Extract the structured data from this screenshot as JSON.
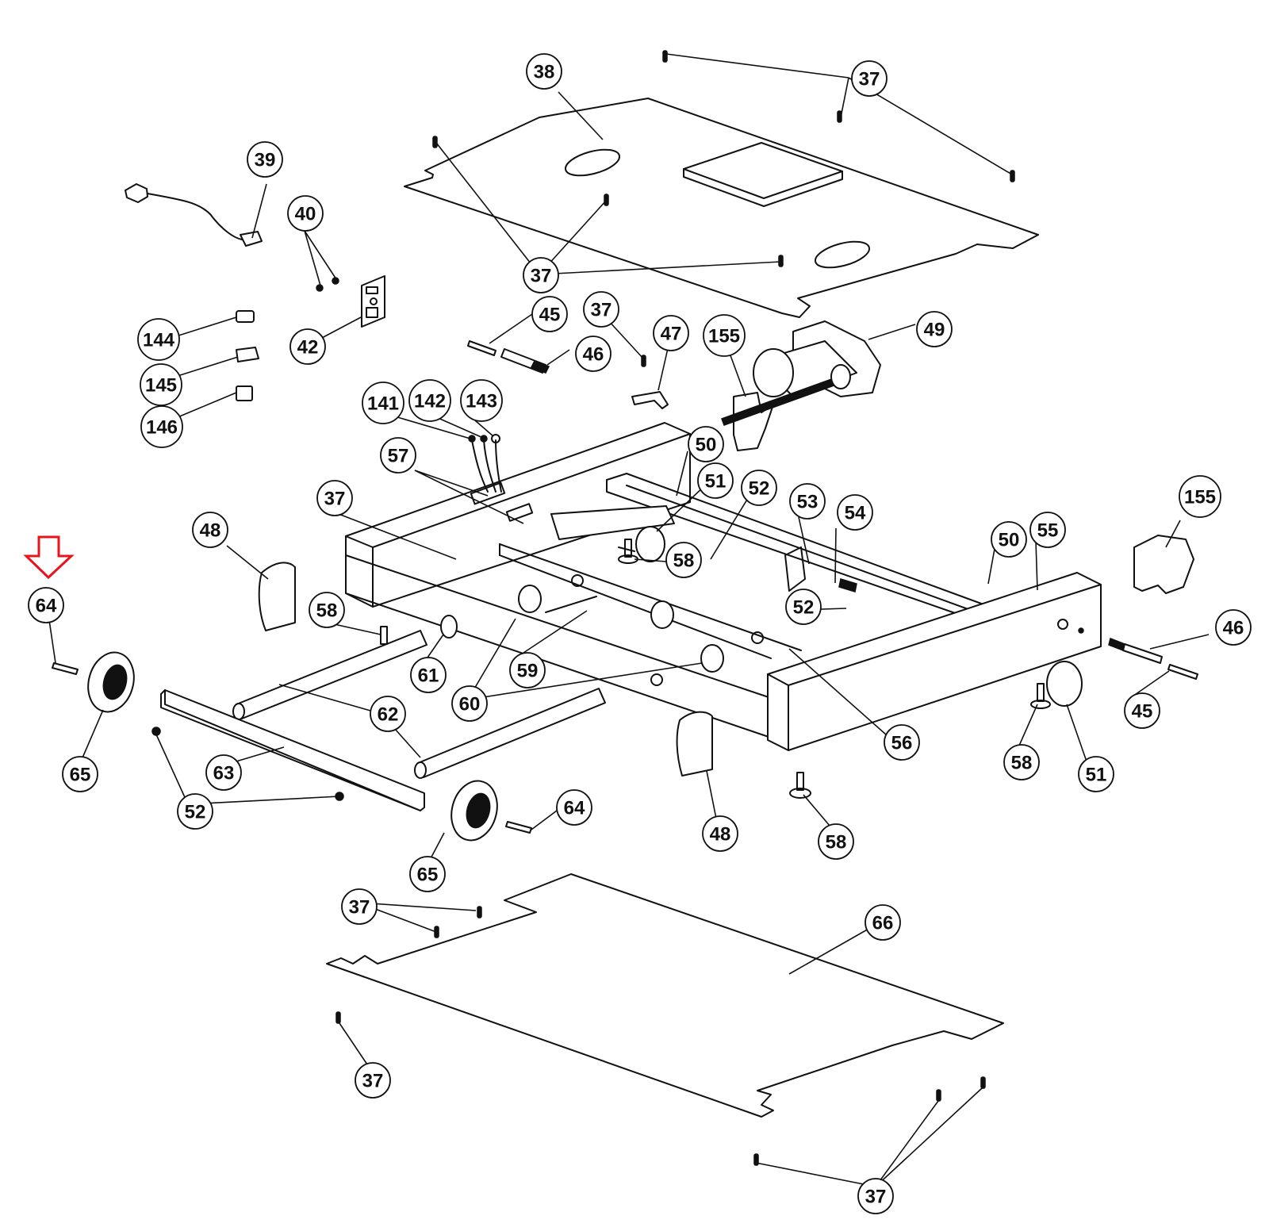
{
  "diagram": {
    "title": "",
    "marker": {
      "color": "#e8141c",
      "icon": "down-arrow-icon",
      "points_to_callout": "64"
    },
    "callouts": [
      {
        "id": "c-38",
        "label": "38"
      },
      {
        "id": "c-37a",
        "label": "37"
      },
      {
        "id": "c-39",
        "label": "39"
      },
      {
        "id": "c-40",
        "label": "40"
      },
      {
        "id": "c-37b",
        "label": "37"
      },
      {
        "id": "c-42",
        "label": "42"
      },
      {
        "id": "c-144",
        "label": "144"
      },
      {
        "id": "c-145",
        "label": "145"
      },
      {
        "id": "c-146",
        "label": "146"
      },
      {
        "id": "c-45a",
        "label": "45"
      },
      {
        "id": "c-46a",
        "label": "46"
      },
      {
        "id": "c-37c",
        "label": "37"
      },
      {
        "id": "c-47",
        "label": "47"
      },
      {
        "id": "c-155a",
        "label": "155"
      },
      {
        "id": "c-49",
        "label": "49"
      },
      {
        "id": "c-141",
        "label": "141"
      },
      {
        "id": "c-142",
        "label": "142"
      },
      {
        "id": "c-143",
        "label": "143"
      },
      {
        "id": "c-57",
        "label": "57"
      },
      {
        "id": "c-50a",
        "label": "50"
      },
      {
        "id": "c-51a",
        "label": "51"
      },
      {
        "id": "c-52a",
        "label": "52"
      },
      {
        "id": "c-53",
        "label": "53"
      },
      {
        "id": "c-54",
        "label": "54"
      },
      {
        "id": "c-155b",
        "label": "155"
      },
      {
        "id": "c-37d",
        "label": "37"
      },
      {
        "id": "c-48a",
        "label": "48"
      },
      {
        "id": "c-58a",
        "label": "58"
      },
      {
        "id": "c-50b",
        "label": "50"
      },
      {
        "id": "c-55",
        "label": "55"
      },
      {
        "id": "c-64a",
        "label": "64"
      },
      {
        "id": "c-58b",
        "label": "58"
      },
      {
        "id": "c-52b",
        "label": "52"
      },
      {
        "id": "c-46b",
        "label": "46"
      },
      {
        "id": "c-61",
        "label": "61"
      },
      {
        "id": "c-59",
        "label": "59"
      },
      {
        "id": "c-62",
        "label": "62"
      },
      {
        "id": "c-60",
        "label": "60"
      },
      {
        "id": "c-65a",
        "label": "65"
      },
      {
        "id": "c-63",
        "label": "63"
      },
      {
        "id": "c-56",
        "label": "56"
      },
      {
        "id": "c-45b",
        "label": "45"
      },
      {
        "id": "c-58c",
        "label": "58"
      },
      {
        "id": "c-51b",
        "label": "51"
      },
      {
        "id": "c-52c",
        "label": "52"
      },
      {
        "id": "c-64b",
        "label": "64"
      },
      {
        "id": "c-48b",
        "label": "48"
      },
      {
        "id": "c-65b",
        "label": "65"
      },
      {
        "id": "c-58d",
        "label": "58"
      },
      {
        "id": "c-37e",
        "label": "37"
      },
      {
        "id": "c-66",
        "label": "66"
      },
      {
        "id": "c-37f",
        "label": "37"
      },
      {
        "id": "c-37g",
        "label": "37"
      }
    ]
  }
}
